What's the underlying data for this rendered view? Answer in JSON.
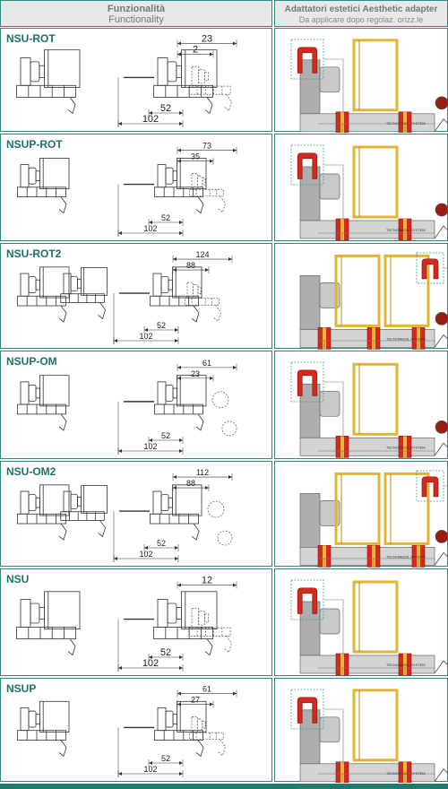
{
  "header": {
    "left_title": "Funzionalità",
    "left_subtitle": "Functionality",
    "right_title_bold": "Adattatori estetici",
    "right_title_rest": " Aesthetic adapter",
    "right_subtitle": "Da applicare dopo regolaz. orizz.le"
  },
  "rows": [
    {
      "name": "NSU-ROT",
      "dims": {
        "a": "23",
        "b": "2",
        "c": "52",
        "d": "102"
      }
    },
    {
      "name": "NSUP-ROT",
      "dims": {
        "a": "73",
        "b": "35",
        "c": "52",
        "d": "102"
      }
    },
    {
      "name": "NSU-ROT2",
      "dims": {
        "a": "124",
        "b": "88",
        "c": "52",
        "d": "102"
      }
    },
    {
      "name": "NSUP-OM",
      "dims": {
        "a": "61",
        "b": "23",
        "c": "52",
        "d": "102"
      }
    },
    {
      "name": "NSU-OM2",
      "dims": {
        "a": "112",
        "b": "88",
        "c": "52",
        "d": "102"
      }
    },
    {
      "name": "NSU",
      "dims": {
        "a": "12",
        "c": "52",
        "d": "102"
      }
    },
    {
      "name": "NSUP",
      "dims": {
        "a": "61",
        "b": "27",
        "c": "52",
        "d": "102"
      }
    }
  ],
  "brand_label": "TECNOMEDIL SYSTEM",
  "colors": {
    "border": "#2e8a80",
    "title": "#1f6f6a",
    "adapter_red": "#d22a1e",
    "frame_gold": "#e2b436",
    "body_gray": "#9a9a9a"
  }
}
